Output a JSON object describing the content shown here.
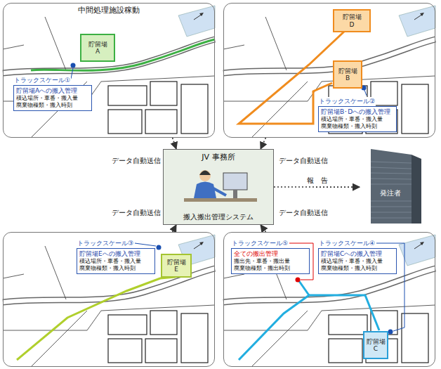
{
  "diagram": {
    "nodes": [
      {
        "text": [
          "中間処理施設稼動"
        ]
      },
      {
        "text": [
          "貯留場 A"
        ],
        "in": 0
      },
      {
        "text": [
          "トラックスケール①",
          "貯留場Aへの搬入管理",
          "積込場所・車番・搬入量 廃棄物種類・搬入時刻"
        ],
        "in": 0
      },
      {
        "text": []
      },
      {
        "text": [
          "貯留場 D"
        ],
        "in": 3
      },
      {
        "text": [
          "貯留場 B"
        ],
        "in": 3
      },
      {
        "text": [
          "トラックスケール②",
          "貯留場B･Dへの搬入管理",
          "積込場所・車番・搬入量 廃棄物種類・搬入時刻"
        ],
        "in": 3
      },
      {
        "text": [
          "JV 事務所",
          "搬入搬出管理システム"
        ]
      },
      {
        "text": [
          "発注者"
        ]
      },
      {
        "text": []
      },
      {
        "text": [
          "トラックスケール③",
          "貯留場Eへの搬入管理",
          "積込場所・車番・搬入量 廃棄物種類・搬入時刻"
        ],
        "in": 9
      },
      {
        "text": [
          "貯留場 E"
        ],
        "in": 9
      },
      {
        "text": []
      },
      {
        "text": [
          "トラックスケール⑤",
          "全ての搬出管理",
          "搬出先・車番・搬出量 廃棄物種類・搬出時刻"
        ],
        "in": 12
      },
      {
        "text": [
          "トラックスケール④",
          "貯留場Cへの搬入管理",
          "積込場所・車番・搬入量 廃棄物種類・搬入時刻"
        ],
        "in": 12
      },
      {
        "text": [
          "貯留場 C"
        ],
        "in": 12
      }
    ],
    "edges": [
      {
        "from": 0,
        "to": 7,
        "arrow": "to",
        "label": "データ自動送信"
      },
      {
        "from": 3,
        "to": 7,
        "arrow": "to",
        "label": "データ自動送信"
      },
      {
        "from": 9,
        "to": 7,
        "arrow": "to",
        "label": "データ自動送信"
      },
      {
        "from": 12,
        "to": 7,
        "arrow": "to",
        "label": "データ自動送信"
      },
      {
        "from": 7,
        "to": 8,
        "arrow": "to",
        "label": "報　告"
      }
    ]
  }
}
